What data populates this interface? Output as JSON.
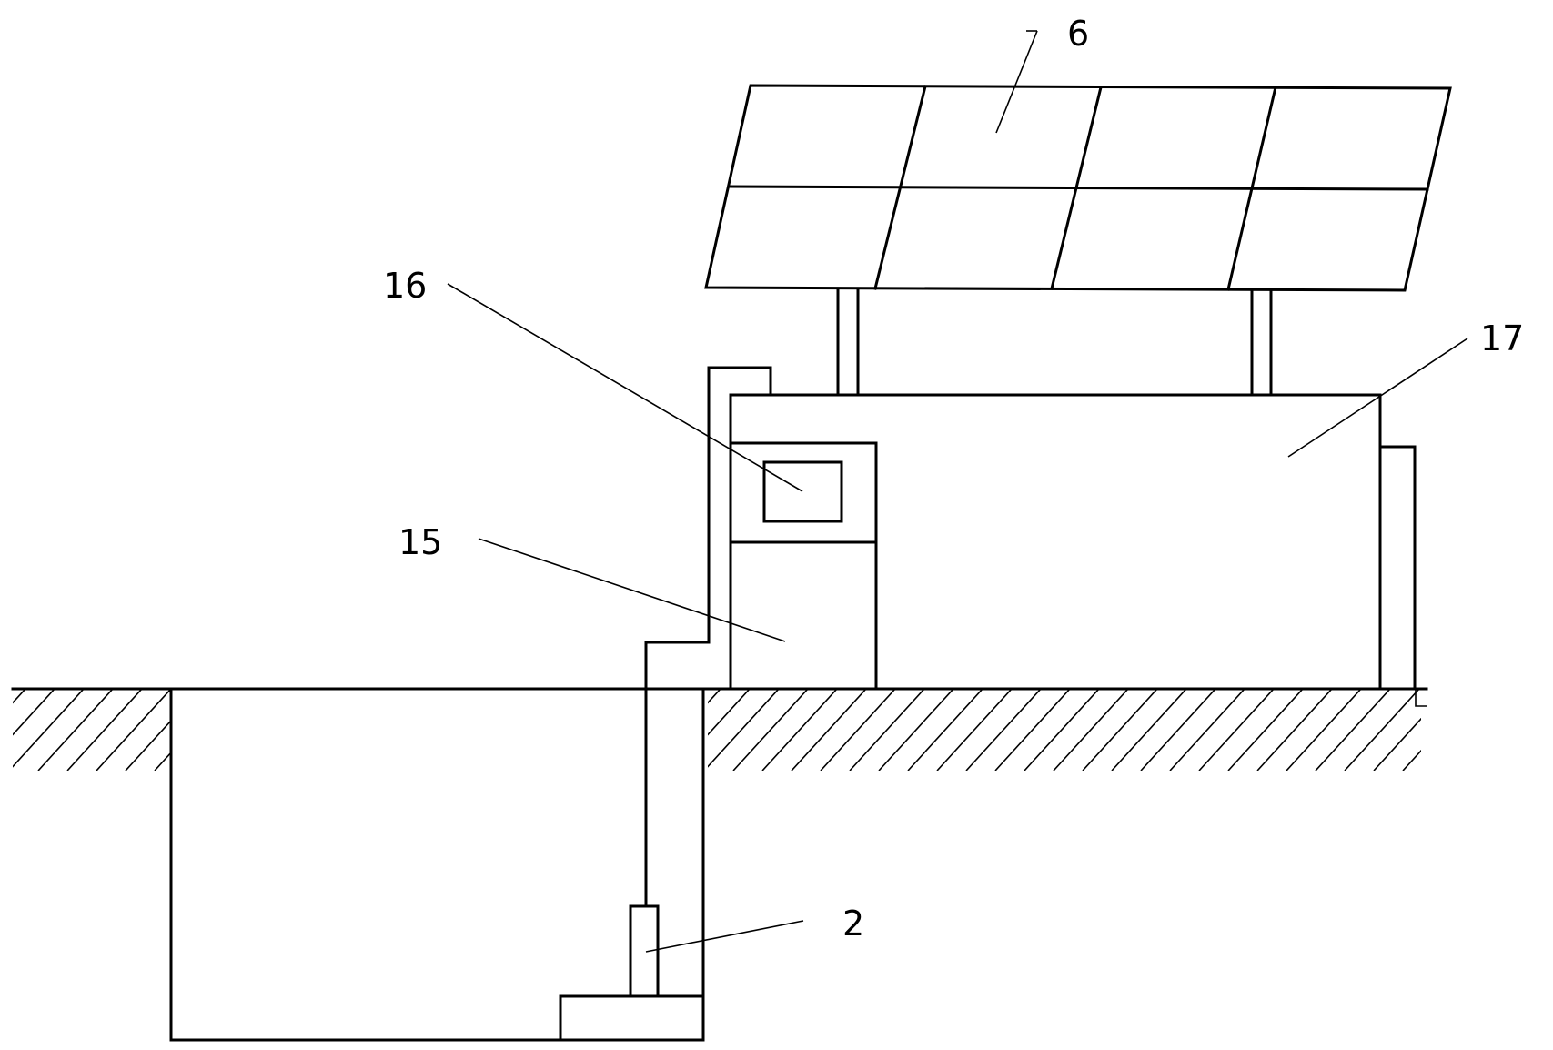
{
  "labels": {
    "solar_panel": "6",
    "display": "16",
    "cabinet": "15",
    "housing": "17",
    "pump": "2"
  }
}
